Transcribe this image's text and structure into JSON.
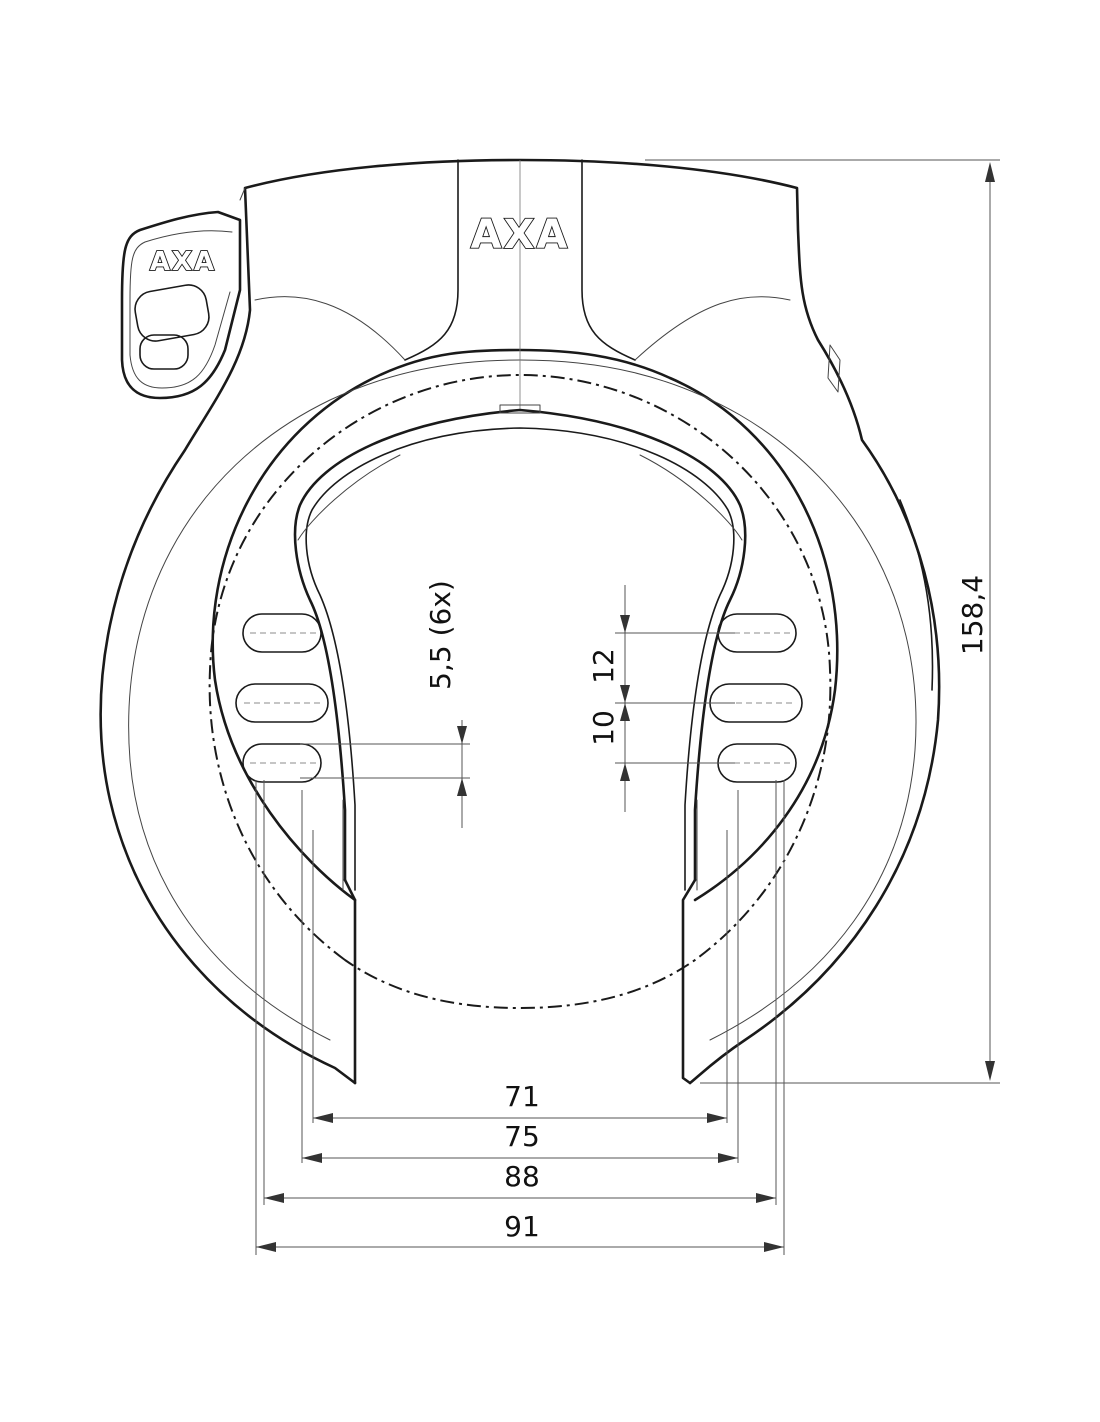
{
  "drawing": {
    "brand_main": "AXA",
    "brand_key": "AXA",
    "dimensions": {
      "height_total": "158,4",
      "hole": "5,5 (6x)",
      "spacing_a": "12",
      "spacing_b": "10",
      "width_71": "71",
      "width_75": "75",
      "width_88": "88",
      "width_91": "91"
    }
  }
}
